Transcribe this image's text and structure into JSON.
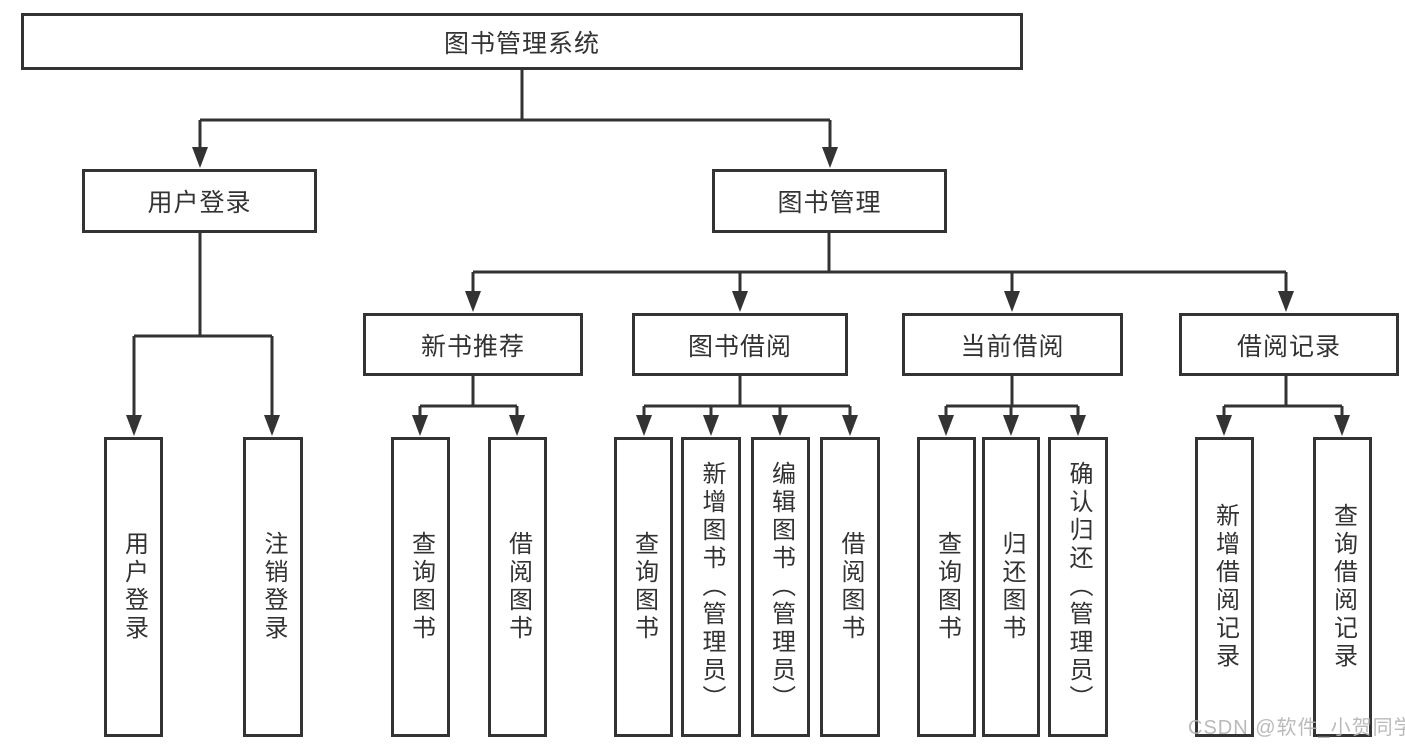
{
  "root": {
    "label": "图书管理系统"
  },
  "branches": [
    {
      "label": "用户登录",
      "children": [
        {
          "label": "用户登录"
        },
        {
          "label": "注销登录"
        }
      ]
    },
    {
      "label": "图书管理",
      "children": [
        {
          "label": "新书推荐",
          "children": [
            {
              "label": "查询图书"
            },
            {
              "label": "借阅图书"
            }
          ]
        },
        {
          "label": "图书借阅",
          "children": [
            {
              "label": "查询图书"
            },
            {
              "label": "新增图书（管理员）"
            },
            {
              "label": "编辑图书（管理员）"
            },
            {
              "label": "借阅图书"
            }
          ]
        },
        {
          "label": "当前借阅",
          "children": [
            {
              "label": "查询图书"
            },
            {
              "label": "归还图书"
            },
            {
              "label": "确认归还（管理员）"
            }
          ]
        },
        {
          "label": "借阅记录",
          "children": [
            {
              "label": "新增借阅记录"
            },
            {
              "label": "查询借阅记录"
            }
          ]
        }
      ]
    }
  ],
  "watermark": {
    "text": "CSDN @软件_小贺同学"
  },
  "colors": {
    "line": "#333333",
    "text": "#333333",
    "watermark": "#b3b3b3",
    "background": "#ffffff"
  }
}
